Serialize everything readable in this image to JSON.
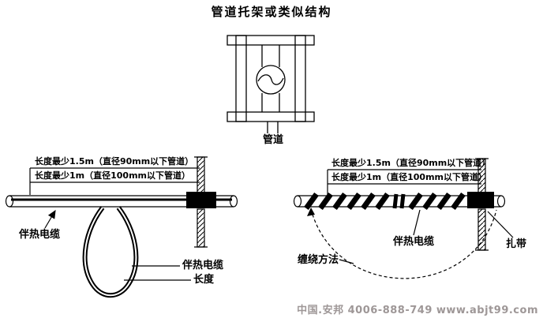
{
  "title": "管道托架或类似结构",
  "bracket_figure": {
    "pipe_label": "管道"
  },
  "left_diagram": {
    "note1": "长度最少1.5m（直径90mm以下管道）",
    "note2": "长度最少1m（直径100mm以下管道）",
    "cable_label_1": "伴热电缆",
    "cable_label_2": "伴热电缆",
    "length_label": "长度"
  },
  "right_diagram": {
    "note1": "长度最少1.5m（直径90mm以下管道）",
    "note2": "长度最少1m（直径100mm以下管道）",
    "cable_label": "伴热电缆",
    "tie_label": "扎带",
    "method_label": "缠绕方法"
  },
  "watermark": "中国.安邦 4006-888-749 www.abjt99.com",
  "colors": {
    "background": "#ffffff",
    "line": "#000000",
    "watermark": "#9e9797"
  }
}
